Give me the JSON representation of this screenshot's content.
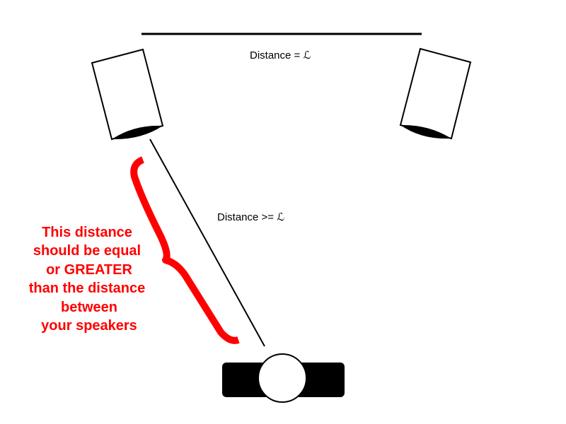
{
  "labels": {
    "speaker_distance": "Distance = ℒ",
    "listener_distance": "Distance >= ℒ"
  },
  "note": {
    "lines": [
      "This distance",
      "should be equal",
      "or GREATER",
      "than the distance",
      "between",
      "your speakers"
    ]
  },
  "colors": {
    "accent": "#ff0000",
    "ink": "#000000"
  }
}
